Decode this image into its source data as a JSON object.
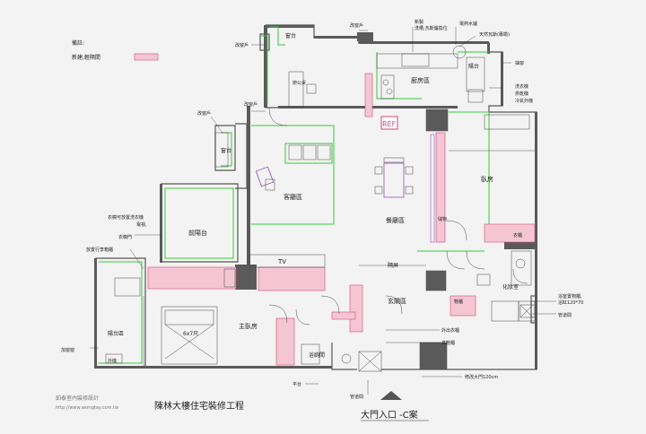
{
  "notes": {
    "header": "備註:",
    "legend": "新建,輕隔間"
  },
  "rooms": {
    "kitchen": "廚房區",
    "living": "客廳區",
    "dining": "餐廳區",
    "bedroom": "臥房",
    "front_balcony": "前陽台",
    "master_bedroom": "主臥房",
    "entrance": "玄關區",
    "bathroom_main": "浴廁間",
    "bathroom_2": "化妝室",
    "balcony_left": "陽台區",
    "balcony_top": "陽台",
    "planter_top": "窗台",
    "planter_left": "窗台",
    "office": "辦公桌",
    "tv": "TV",
    "bed_size": "6x7尺",
    "ref": "REF",
    "partition_label": "隔屏",
    "storage": "儲物",
    "shoe_cabinet": "鞋櫃",
    "wardrobe": "衣櫃",
    "outside_unit": "外機"
  },
  "annotations": {
    "window_top": "改窗戶",
    "window_mid": "改窗戶",
    "window_left": "改窗戶",
    "window_top2": "改窗戶",
    "kitchen_sink": "新製\n洗槽,瓦斯爐換位",
    "water_heater": "電熱水爐",
    "gas": "天然瓦斯(專勘)",
    "exhaust": "抽窗",
    "washer": "洗衣機",
    "dryer": "烘乾機",
    "fridge_space": "冷氣外機",
    "washer_left": "衣櫥可放置洗衣機",
    "dryer_left": "電視,",
    "clothes": "衣櫥門",
    "window_left2": "放置行李箱櫃",
    "window_far": "加窗窗",
    "shower": "浴室置物櫃,\n浴缸120*70",
    "pipe": "管道間",
    "outer_cabinet": "外出衣櫃",
    "high_cabinet": "高鞋櫃",
    "door_note": "修改大門120cm",
    "pipe_bottom": "管道間",
    "planter_bottom": "平台"
  },
  "footer": {
    "company_name": "鉑泰室內裝修設計",
    "company_url": "http://www.aemgtay.com.tw",
    "project_title": "陳林大樓住宅裝修工程",
    "entrance_title": "大門入口 -C案"
  },
  "colors": {
    "wall": "#5a5a5a",
    "new_partition": "#37c837",
    "red_partition": "#d04a7a",
    "furniture": "#9050c0",
    "legend_fill": "#f4c6d4"
  }
}
